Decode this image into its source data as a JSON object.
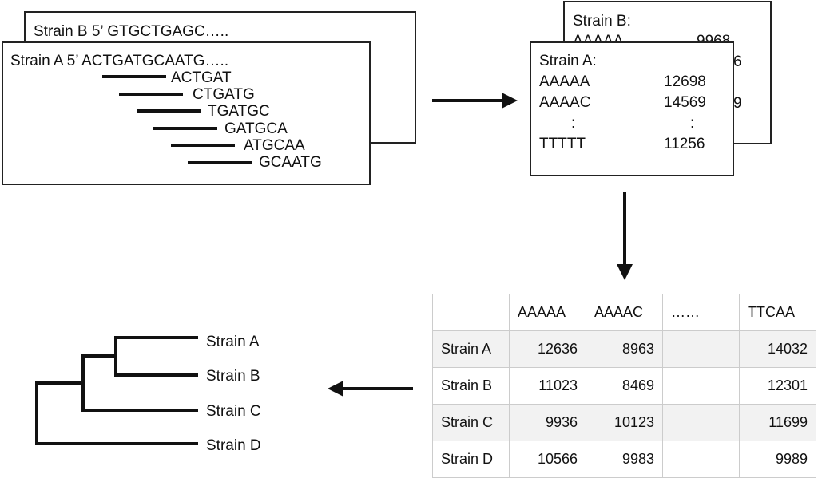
{
  "sequences": {
    "strain_b": "Strain B 5’ GTGCTGAGC…..",
    "strain_a": "Strain A 5’ ACTGATGCAATG…..",
    "kmers": [
      "ACTGAT",
      "CTGATG",
      "TGATGC",
      "GATGCA",
      "ATGCAA",
      "GCAATG"
    ]
  },
  "counts": {
    "back": {
      "title": "Strain B:",
      "rows": [
        [
          "AAAAA",
          "9968"
        ],
        [
          "",
          "6"
        ],
        [
          "",
          "9"
        ]
      ]
    },
    "front": {
      "title": "Strain A:",
      "rows": [
        [
          "AAAAA",
          "12698"
        ],
        [
          "AAAAC",
          "14569"
        ],
        [
          ":",
          ":"
        ],
        [
          "TTTTT",
          "11256"
        ]
      ]
    }
  },
  "matrix": {
    "columns": [
      "",
      "AAAAA",
      "AAAAC",
      "……",
      "TTCAA"
    ],
    "rows": [
      [
        "Strain A",
        "12636",
        "8963",
        "",
        "14032"
      ],
      [
        "Strain B",
        "11023",
        "8469",
        "",
        "12301"
      ],
      [
        "Strain C",
        "9936",
        "10123",
        "",
        "11699"
      ],
      [
        "Strain D",
        "10566",
        "9983",
        "",
        "9989"
      ]
    ]
  },
  "tree": {
    "leaves": [
      "Strain A",
      "Strain B",
      "Strain C",
      "Strain D"
    ]
  }
}
